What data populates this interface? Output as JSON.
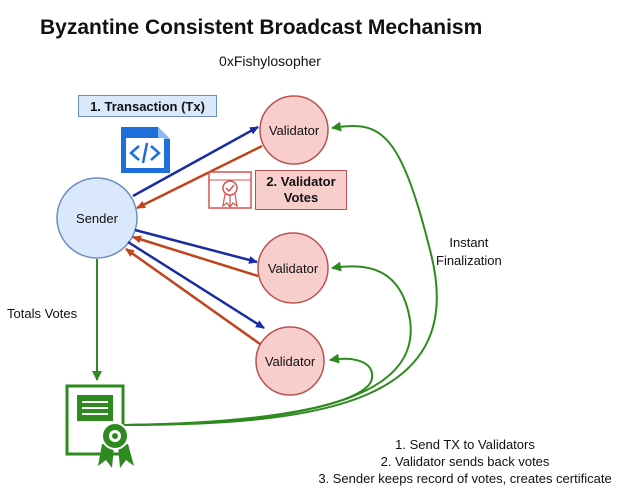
{
  "title": "Byzantine Consistent Broadcast Mechanism",
  "author": "0xFishylosopher",
  "boxes": {
    "transaction": "1. Transaction (Tx)",
    "validator_votes_line1": "2. Validator",
    "validator_votes_line2": "Votes"
  },
  "nodes": {
    "sender": "Sender",
    "validator_1": "Validator",
    "validator_2": "Validator",
    "validator_3": "Validator"
  },
  "labels": {
    "instant_line1": "Instant",
    "instant_line2": "Finalization",
    "totals_votes": "Totals Votes"
  },
  "steps": [
    "1. Send TX to Validators",
    "2. Validator sends back votes",
    "3. Sender keeps record of votes, creates certificate"
  ],
  "icons": {
    "code": "code-file-icon",
    "vote": "certificate-badge-icon",
    "certificate": "certificate-icon"
  },
  "colors": {
    "node_sender_fill": "#dae8fc",
    "node_sender_stroke": "#6c8ebf",
    "node_validator_fill": "#f8cecc",
    "node_validator_stroke": "#b85450",
    "arrow_tx": "#1a2ca3",
    "arrow_vote": "#c0441c",
    "arrow_final": "#2e8a1e",
    "icon_blue": "#1e6fd9",
    "icon_red": "#d9534f"
  }
}
